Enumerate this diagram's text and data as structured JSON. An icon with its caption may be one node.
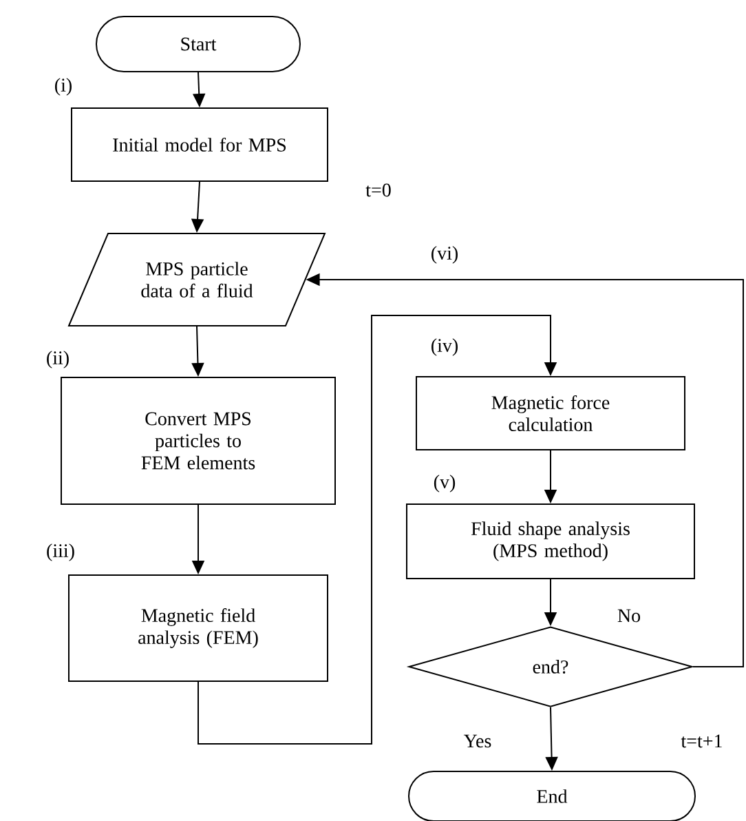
{
  "diagram": {
    "nodes": [
      {
        "text": [
          "Start"
        ]
      },
      {
        "text": [
          "Initial model for MPS"
        ],
        "beside": [
          "(i)"
        ]
      },
      {
        "text": [
          "MPS particle data of a fluid"
        ]
      },
      {
        "text": [
          "Convert MPS particles to FEM elements"
        ],
        "beside": [
          "(ii)"
        ]
      },
      {
        "text": [
          "Magnetic field analysis (FEM)"
        ],
        "beside": [
          "(iii)"
        ]
      },
      {
        "text": [
          "Magnetic force calculation"
        ],
        "beside": [
          "(iv)"
        ]
      },
      {
        "text": [
          "Fluid shape analysis (MPS method)"
        ],
        "beside": [
          "(v)"
        ]
      },
      {
        "text": [
          "end?"
        ]
      },
      {
        "text": [
          "End"
        ]
      }
    ],
    "edges": [
      {
        "from": 0,
        "to": 1,
        "arrow": "to"
      },
      {
        "from": 1,
        "to": 2,
        "arrow": "to"
      },
      {
        "from": 2,
        "to": 3,
        "arrow": "to"
      },
      {
        "from": 3,
        "to": 4,
        "arrow": "to"
      },
      {
        "from": 4,
        "to": 5,
        "arrow": "to"
      },
      {
        "from": 5,
        "to": 6,
        "arrow": "to"
      },
      {
        "from": 6,
        "to": 7,
        "arrow": "to"
      },
      {
        "from": 7,
        "to": 8,
        "arrow": "to",
        "label": "Yes"
      },
      {
        "from": 7,
        "to": 2,
        "arrow": "to",
        "label": "No"
      }
    ],
    "labels": [
      "t=0",
      "(vi)",
      "t=t+1"
    ]
  }
}
